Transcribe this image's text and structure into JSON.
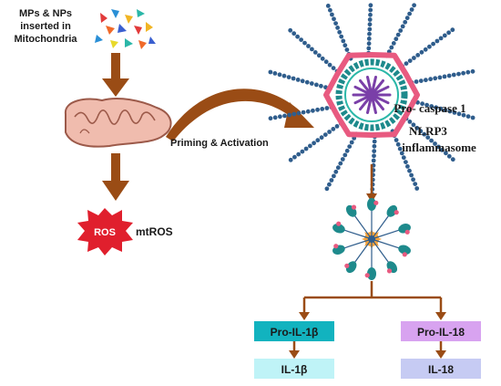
{
  "labels": {
    "particles": [
      "MPs & NPs",
      "inserted in",
      "Mitochondria"
    ],
    "ros_badge": "ROS",
    "mtros": "mtROS",
    "priming": "Priming & Activation",
    "caspase": "Pro- caspase 1",
    "nlrp3": "NLRP3",
    "inflammasome": "inflammasome"
  },
  "boxes": {
    "pro_il1b": "Pro-IL-1β",
    "il1b": "IL-1β",
    "pro_il18": "Pro-IL-18",
    "il18": "IL-18"
  },
  "colors": {
    "arrow": "#9a4c15",
    "pro_il1b_box": "#12b3bf",
    "il1b_box": "#bff3f7",
    "pro_il18_box": "#d8a3f0",
    "il18_box": "#c6cbf3",
    "ros_star": "#e01f2d",
    "mito": "#f0bcae",
    "inflammasome_pink": "#e85a80",
    "inflammasome_teal": "#1e8a8c",
    "inflammasome_blue": "#2f5d8c"
  }
}
